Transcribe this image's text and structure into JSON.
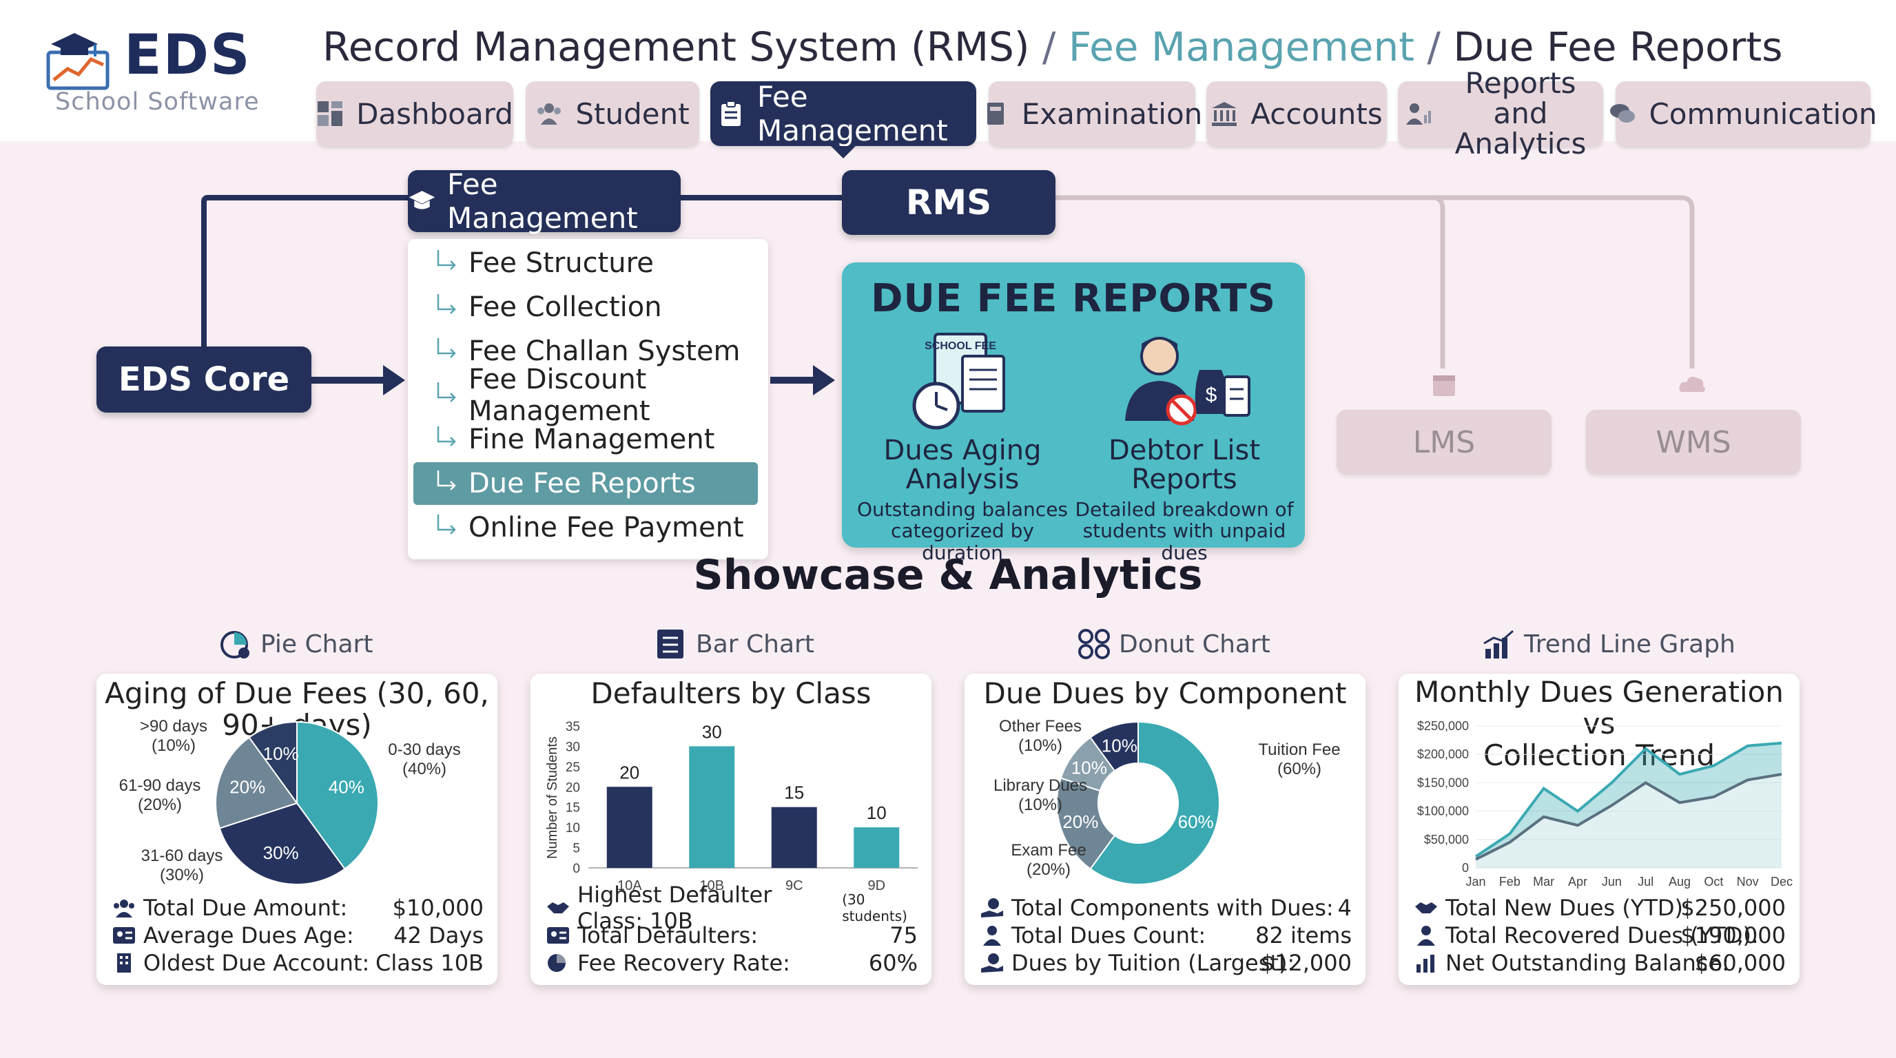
{
  "app": {
    "logo_text": "EDS",
    "logo_sub": "School Software"
  },
  "breadcrumb": {
    "root": "Record Management System (RMS)",
    "section": "Fee Management",
    "page": "Due Fee Reports",
    "separator": "/"
  },
  "nav": {
    "tabs": [
      {
        "label": "Dashboard",
        "icon": "dashboard-icon"
      },
      {
        "label": "Student",
        "icon": "students-icon"
      },
      {
        "label": "Fee Management",
        "icon": "clipboard-icon",
        "active": true
      },
      {
        "label": "Examination",
        "icon": "exam-book-icon"
      },
      {
        "label": "Accounts",
        "icon": "bank-icon"
      },
      {
        "label_line1": "Reports and",
        "label_line2": "Analytics",
        "icon": "user-chart-icon"
      },
      {
        "label": "Communication",
        "icon": "chat-bubbles-icon"
      }
    ]
  },
  "flow": {
    "core": "EDS Core",
    "fee_management": "Fee Management",
    "rms": "RMS",
    "submenu": [
      "Fee Structure",
      "Fee Collection",
      "Fee Challan System",
      "Fee Discount Management",
      "Fine Management",
      "Due Fee Reports",
      "Online Fee Payment"
    ],
    "selected_index": 5,
    "panel": {
      "title": "DUE FEE REPORTS",
      "school_fee_text": "SCHOOL FEE",
      "items": [
        {
          "title": "Dues Aging Analysis",
          "desc": "Outstanding balances categorized by duration"
        },
        {
          "title": "Debtor List Reports",
          "desc": "Detailed breakdown of students with unpaid dues"
        }
      ]
    },
    "side_systems": [
      "LMS",
      "WMS"
    ]
  },
  "showcase_title": "Showcase & Analytics",
  "chart_labels": [
    "Pie Chart",
    "Bar Chart",
    "Donut Chart",
    "Trend Line Graph"
  ],
  "colors": {
    "navy": "#24305a",
    "teal": "#3aa9b2",
    "slate": "#6f8696",
    "accent": "#5aa3b0"
  },
  "cards": [
    {
      "stats": [
        {
          "label": "Total Due Amount:",
          "value": "$10,000",
          "icon": "people-icon"
        },
        {
          "label": "Average Dues Age:",
          "value": "42 Days",
          "icon": "id-card-icon"
        },
        {
          "label": "Oldest Due Account:",
          "value": "Class 10B",
          "icon": "building-icon"
        }
      ]
    },
    {
      "stats": [
        {
          "label": "Highest Defaulter Class: 10B",
          "note": "(30 students)",
          "value": "",
          "icon": "handshake-icon"
        },
        {
          "label": "Total Defaulters:",
          "value": "75",
          "icon": "id-card-icon"
        },
        {
          "label": "Fee Recovery Rate:",
          "value": "60%",
          "icon": "pie-icon"
        }
      ]
    },
    {
      "stats": [
        {
          "label": "Total Components with Dues:",
          "value": "4",
          "icon": "coin-hand-icon"
        },
        {
          "label": "Total Dues Count:",
          "value": "82 items",
          "icon": "person-icon"
        },
        {
          "label": "Dues by Tuition (Largest):",
          "value": "$12,000",
          "icon": "coin-hand-icon"
        }
      ]
    },
    {
      "stats": [
        {
          "label": "Total New Dues (YTD):",
          "value": "$250,000",
          "icon": "handshake-icon"
        },
        {
          "label": "Total Recovered Dues (YTD):",
          "value": "$190,000",
          "icon": "person-icon"
        },
        {
          "label": "Net Outstanding Balance:",
          "value": "$60,000",
          "icon": "bar-chart-icon"
        }
      ]
    }
  ],
  "chart_data": [
    {
      "type": "pie",
      "title": "Aging of Due Fees (30, 60, 90+ days)",
      "slices": [
        {
          "label_line1": "0-30 days",
          "label_line2": "(40%)",
          "value": 40,
          "color": "#3aa9b2"
        },
        {
          "label_line1": "31-60 days",
          "label_line2": "(30%)",
          "value": 30,
          "color": "#25335e"
        },
        {
          "label_line1": "61-90 days",
          "label_line2": "(20%)",
          "value": 20,
          "color": "#6f8696"
        },
        {
          "label_line1": ">90 days",
          "label_line2": "(10%)",
          "value": 10,
          "color": "#2c3d64"
        }
      ],
      "slice_texts": [
        "40%",
        "30%",
        "20%",
        "10%"
      ]
    },
    {
      "type": "bar",
      "title": "Defaulters by Class",
      "ylabel": "Number of Students",
      "categories": [
        "10A",
        "10B",
        "9C",
        "9D"
      ],
      "values": [
        20,
        30,
        15,
        10
      ],
      "bar_colors": [
        "#25335e",
        "#3aa9b2",
        "#25335e",
        "#3aa9b2"
      ],
      "ylim": [
        0,
        35
      ],
      "yticks": [
        "0",
        "5",
        "10",
        "15",
        "20",
        "25",
        "30",
        "35"
      ],
      "value_labels": [
        "20",
        "30",
        "15",
        "10"
      ]
    },
    {
      "type": "pie",
      "title": "Due Dues by Component",
      "donut": true,
      "slices": [
        {
          "label_line1": "Tuition Fee",
          "label_line2": "(60%)",
          "value": 60,
          "color": "#3aa9b2"
        },
        {
          "label_line1": "Exam Fee",
          "label_line2": "(20%)",
          "value": 20,
          "color": "#6f8696"
        },
        {
          "label_line1": "Library Dues",
          "label_line2": "(10%)",
          "value": 10,
          "color": "#8aa0ad"
        },
        {
          "label_line1": "Other Fees",
          "label_line2": "(10%)",
          "value": 10,
          "color": "#25335e"
        }
      ],
      "slice_texts": [
        "60%",
        "20%",
        "10%",
        "10%"
      ]
    },
    {
      "type": "area",
      "title_line1": "Monthly Dues Generation vs",
      "title_line2": "Collection Trend",
      "x": [
        "Jan",
        "Feb",
        "Mar",
        "Apr",
        "Jun",
        "Jul",
        "Aug",
        "Oct",
        "Nov",
        "Dec"
      ],
      "yticks": [
        "0",
        "$50,000",
        "$100,000",
        "$150,000",
        "$200,000",
        "$250,000"
      ],
      "ylim": [
        0,
        250000
      ],
      "series": [
        {
          "values": [
            20000,
            60000,
            140000,
            100000,
            150000,
            210000,
            165000,
            180000,
            215000,
            220000
          ],
          "color": "#3aa9b2"
        },
        {
          "values": [
            15000,
            45000,
            90000,
            75000,
            110000,
            150000,
            115000,
            125000,
            155000,
            165000
          ],
          "color": "#5a7080"
        }
      ]
    }
  ]
}
